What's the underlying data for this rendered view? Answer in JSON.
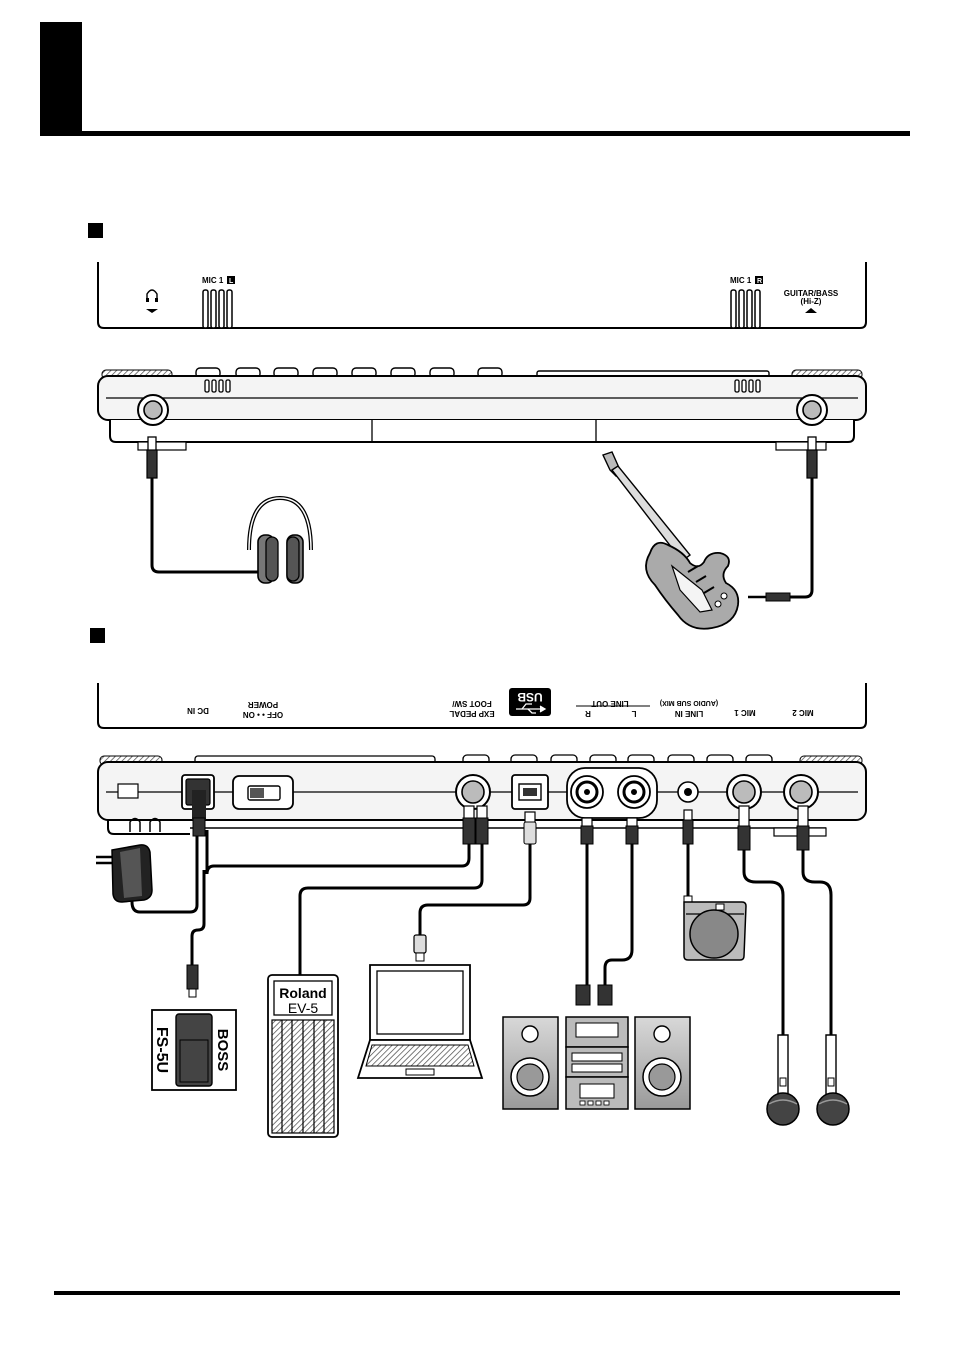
{
  "top_panel": {
    "labels": {
      "mic1_l": "MIC 1",
      "mic1_l_badge": "L",
      "mic1_r": "MIC 1",
      "mic1_r_badge": "R",
      "guitar_bass": "GUITAR/BASS",
      "hi_z": "(Hi-Z)"
    }
  },
  "rear_panel": {
    "labels": {
      "dc_in": "DC IN",
      "power": "POWER",
      "off_on": "OFF •  • ON",
      "foot_sw": "FOOT SW/",
      "exp_pedal": "EXP PEDAL",
      "usb": "USB",
      "line_out": "LINE OUT",
      "r": "R",
      "l": "L",
      "line_in": "LINE IN",
      "audio_sub_mix": "(AUDIO SUB MIX)",
      "mic1": "MIC 1",
      "mic2": "MIC 2"
    }
  },
  "devices": {
    "footswitch_model": "FS-5U",
    "footswitch_brand": "BOSS",
    "pedal_brand": "Roland",
    "pedal_model": "EV-5"
  }
}
